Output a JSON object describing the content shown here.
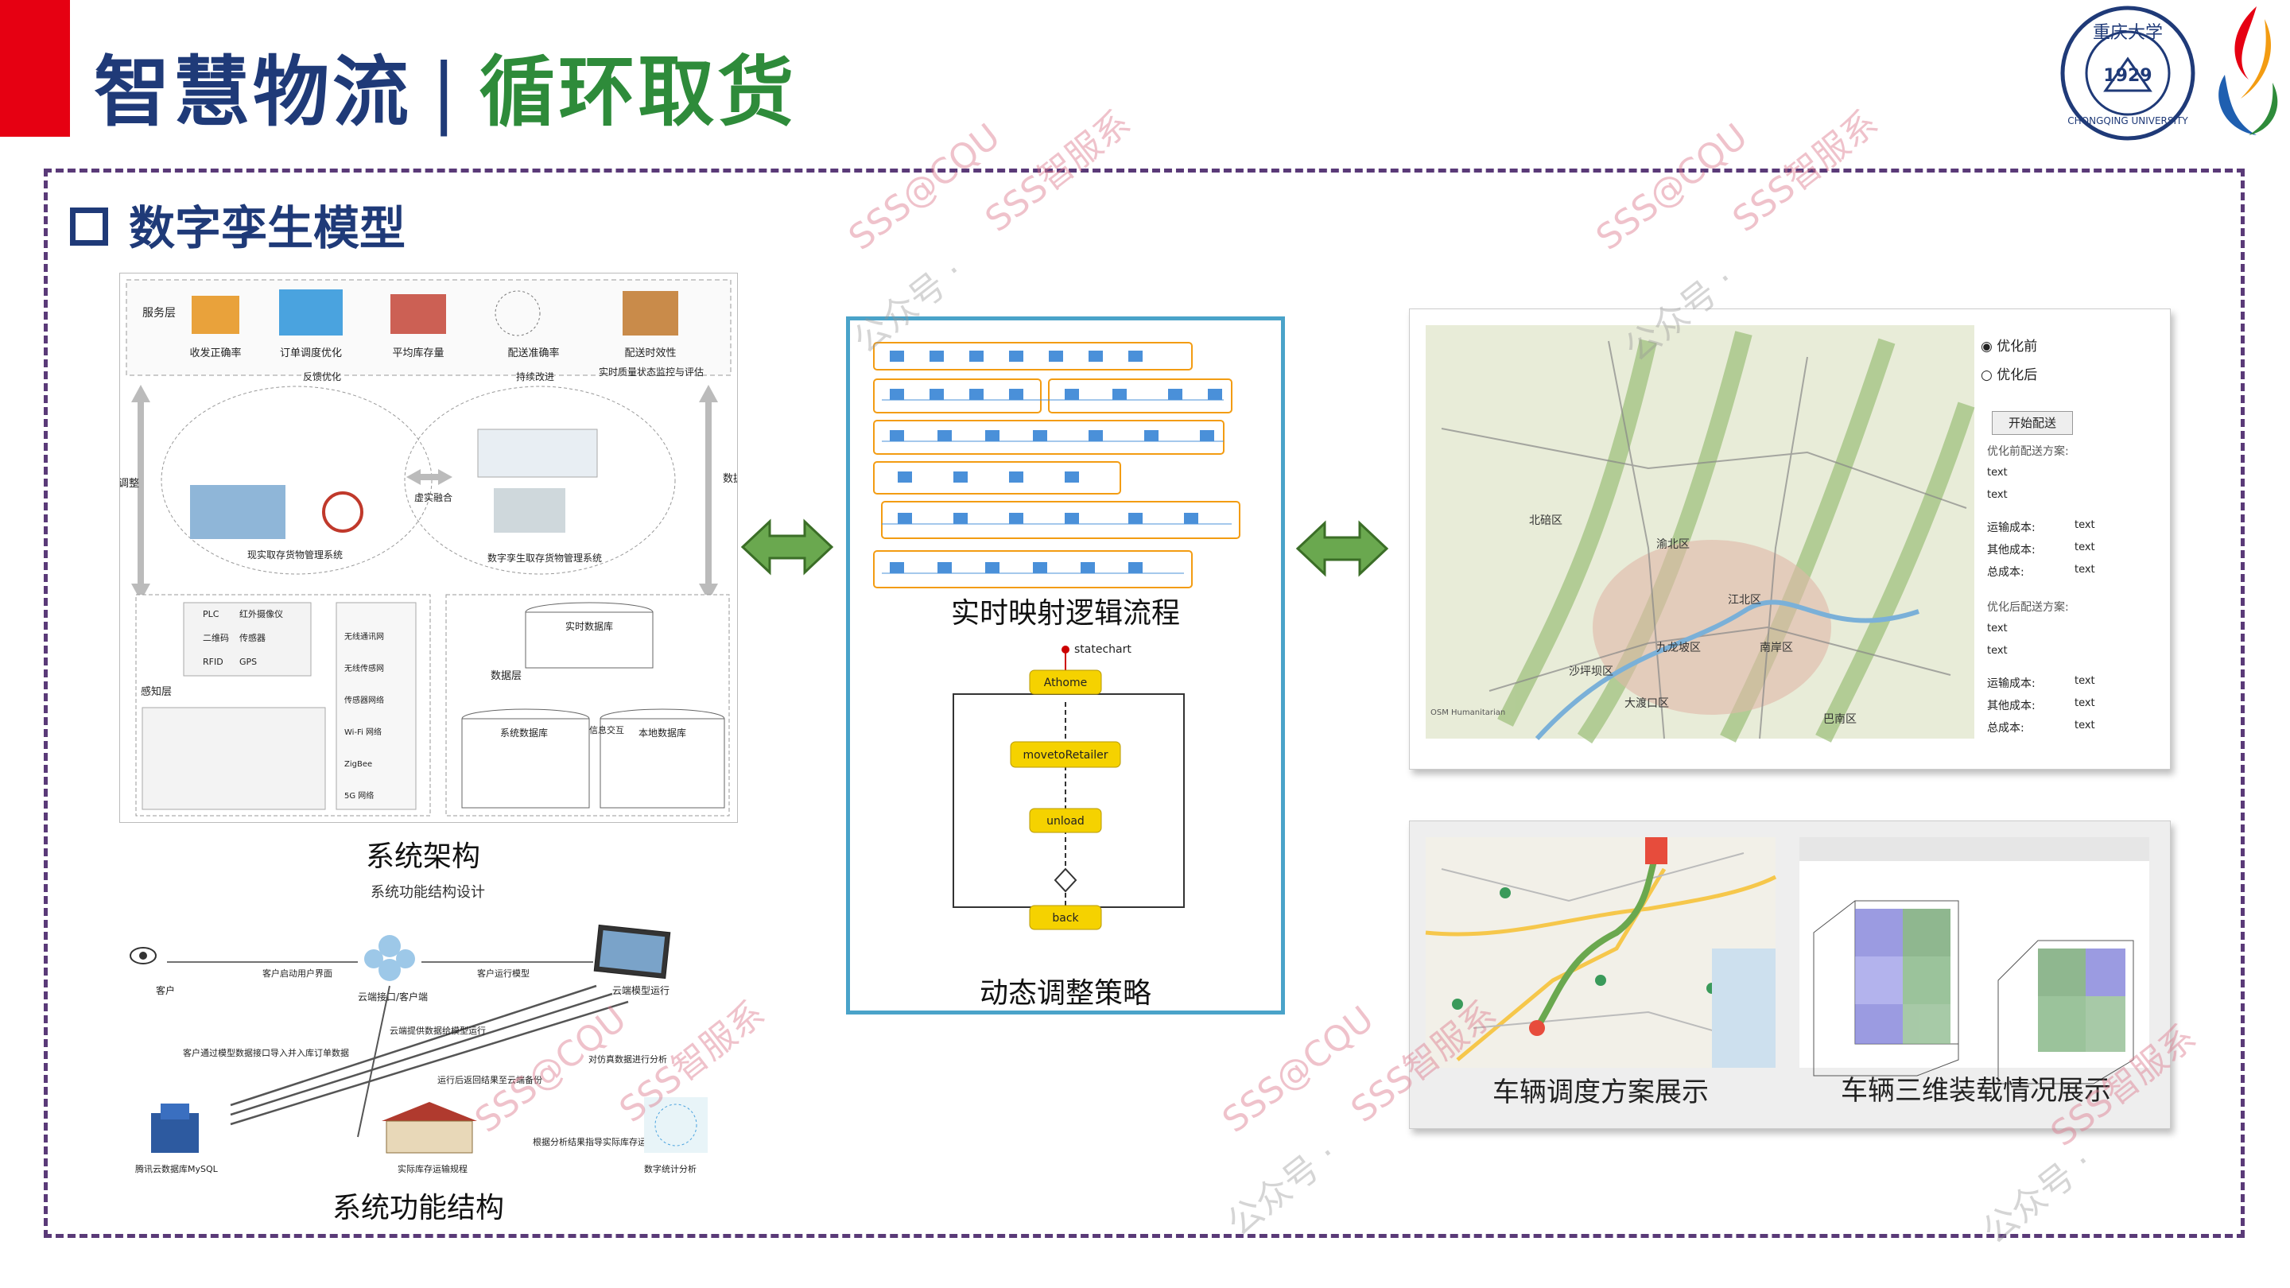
{
  "header": {
    "title_left": "智慧物流",
    "separator": "|",
    "title_right": "循环取货"
  },
  "university": {
    "logo_text": "重庆大学",
    "logo_year": "1929",
    "logo_latin": "CHONGQING UNIVERSITY"
  },
  "section": {
    "title": "数字孪生模型"
  },
  "architecture": {
    "caption": "系统架构",
    "top_items": [
      "收发正确率",
      "订单调度优化",
      "平均库存量",
      "配送准确率",
      "配送时效性"
    ],
    "left_label": "自动调整",
    "right_label": "数据反馈",
    "mid_left": "现实取存货物管理系统",
    "mid_right": "数字孪生取存货物管理系统",
    "mid_link": "虚实融合",
    "feedback": "反馈优化",
    "continuous": "持续改进",
    "realtime": "实时质量状态监控与评估",
    "perception": "感知层",
    "data_layer": "数据层",
    "devices": [
      "PLC",
      "红外摄像仪",
      "二维码",
      "传感器",
      "RFID",
      "GPS"
    ],
    "network": [
      "无线通讯网",
      "无线传感网",
      "传感器网络",
      "Wi-Fi 网络",
      "ZigBee",
      "5G 网络"
    ],
    "realtime_db": "实时数据库",
    "system_db": "系统数据库",
    "local_db": "本地数据库",
    "info_exchange": "信息交互"
  },
  "function": {
    "caption": "系统功能结构",
    "subtitle": "系统功能结构设计",
    "nodes": [
      "客户",
      "云端接口/客户端",
      "云端模型运行",
      "腾讯云数据库MySQL",
      "实际库存运输规程",
      "数字统计分析"
    ],
    "edges": [
      "客户启动用户界面",
      "客户运行模型",
      "云端提供数据给模型运行",
      "客户通过模型数据接口导入并入库订单数据",
      "运行后返回结果至云端备份",
      "对仿真数据进行分析",
      "根据分析结果指导实际库存运输作业"
    ]
  },
  "logic": {
    "caption_top": "实时映射逻辑流程",
    "caption_bottom": "动态调整策略",
    "statechart_label": "statechart",
    "states": [
      "Athome",
      "movetoRetailer",
      "unload",
      "back"
    ]
  },
  "map": {
    "radio_before": "优化前",
    "radio_after": "优化后",
    "start_button": "开始配送",
    "plan_before": "优化前配送方案:",
    "plan_after": "优化后配送方案:",
    "text_placeholder": "text",
    "cost_transport": "运输成本:",
    "cost_other": "其他成本:",
    "cost_total": "总成本:",
    "credit": "OSM Humanitarian",
    "places": [
      "江北区",
      "渝北区",
      "沙坪坝区",
      "大渡口区",
      "南岸区",
      "九龙坡区",
      "北碚区",
      "巴南区"
    ]
  },
  "bottom": {
    "caption_left": "车辆调度方案展示",
    "caption_right": "车辆三维装载情况展示"
  },
  "watermark": {
    "text_a": "SSS@CQU",
    "text_b": "SSS智服系",
    "text_c": "公众号 ·"
  },
  "colors": {
    "red": "#e60012",
    "navy": "#1f3a78",
    "green": "#2e8b3a",
    "dash": "#5a3a78",
    "arrow_green": "#6aa84f"
  }
}
